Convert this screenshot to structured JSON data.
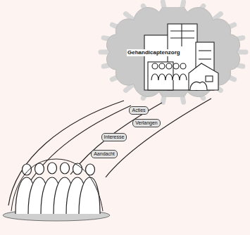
{
  "diagram": {
    "nodes": [
      {
        "text": [
          "Gehandicaptenzorg"
        ]
      },
      {
        "text": [
          "Acties"
        ]
      },
      {
        "text": [
          "Verlangen"
        ]
      },
      {
        "text": [
          "Interesse"
        ]
      },
      {
        "text": [
          "Aandacht"
        ]
      }
    ]
  }
}
